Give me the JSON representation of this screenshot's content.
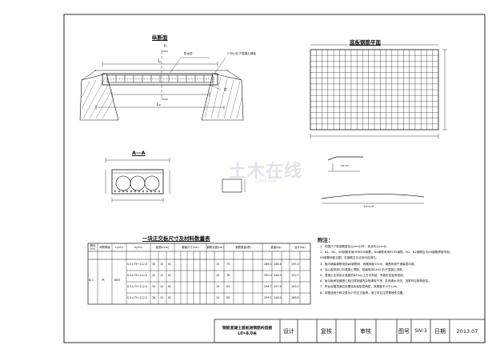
{
  "views": {
    "elevation": {
      "title": "纵断面",
      "callout_top": "防水层",
      "callout_right": "C30小石子混凝土铺装",
      "callout_small": "层",
      "label_h": "h",
      "label_l": "L",
      "label_l0": "L₀"
    },
    "section": {
      "title": "A—A"
    },
    "plan": {
      "title": "底板钢筋平面",
      "dim_top": "1"
    },
    "detail": {
      "label_la": "La=d",
      "label_ln": "1/Ln=d"
    }
  },
  "table": {
    "title": "一块正交板尺寸及材料数量表",
    "headers": [
      "跨径(m)",
      "荷载等级",
      "L(cm)",
      "h(cm)",
      "板宽b(cm)",
      "截面尺寸(cm)",
      "钢筋长度(cm)",
      "钢筋数量(根)",
      "重量(kg)",
      "合计(kg)"
    ],
    "group_span": "8.0",
    "group_load": "汽",
    "group_l": "685",
    "rows": [
      {
        "spec": "0.5×75+112.0",
        "c1": "30",
        "c2": "12",
        "c3": "61",
        "v1": "10",
        "v2": "75",
        "v3": "286.4",
        "v4": "246.4",
        "v5": "156.3"
      },
      {
        "spec": "0.5×75+112.0",
        "c1": "32",
        "c2": "12",
        "c3": "61",
        "v1": "10",
        "v2": "78",
        "v3": "290.4",
        "v4": "246.9",
        "v5": "159.7"
      },
      {
        "spec": "0.5×75+112.0",
        "c1": "34",
        "c2": "12",
        "c3": "61",
        "v1": "10",
        "v2": "82",
        "v3": "294.7",
        "v4": "247.5",
        "v5": "163.2"
      },
      {
        "spec": "0.5×75+112.0",
        "c1": "36",
        "c2": "12",
        "c3": "61",
        "v1": "10",
        "v2": "85",
        "v3": "299.1",
        "v4": "248.0",
        "v5": "166.8"
      }
    ]
  },
  "notes": {
    "heading": "附注：",
    "lines": [
      "1、本图尺寸除钢筋直径以mm计外，其余均以cm计。",
      "2、N1、N2、N3钢筋采用HRB335钢筋，N4钢筋采用R235钢筋，N1、N2钢筋应与N3钢筋焊接牢固，",
      "   N3钢筋间距见图，在钢筋交叉点处均应绑扎。",
      "3、板内铺装钢筋采用φ8钢筋网，网格间距10cm，钢筋网设于铺装层中部。",
      "4、空心板采用C30混凝土预制，铰缝采用C40小石子混凝土浇筑。",
      "5、混凝土达到设计强度的85%以上方可吊装，吊装时应轻吊轻放。",
      "6、板与板间铰缝施工前应将铰缝内杂物清除干净，并用清水冲洗，浇筑时应振捣密实。",
      "7、桥台台帽顶面应设置油毛毡垫层两层，其厚度不小于1cm。",
      "8、本图适用于斜交角为0°的正交板桥，施工时应注意预埋件位置。"
    ]
  },
  "title_block": {
    "drawing_title_1": "钢筋混凝土盖板涵钢筋构造图",
    "drawing_title_2": "L0=8.0米",
    "design": "设计",
    "review": "复核",
    "approve": "审核",
    "drawing_no_label": "图号",
    "drawing_no": "SIV-3",
    "date_label": "日期",
    "date": "2013.07"
  },
  "watermark": {
    "text": "土木在线",
    "sub": "co188.com"
  }
}
